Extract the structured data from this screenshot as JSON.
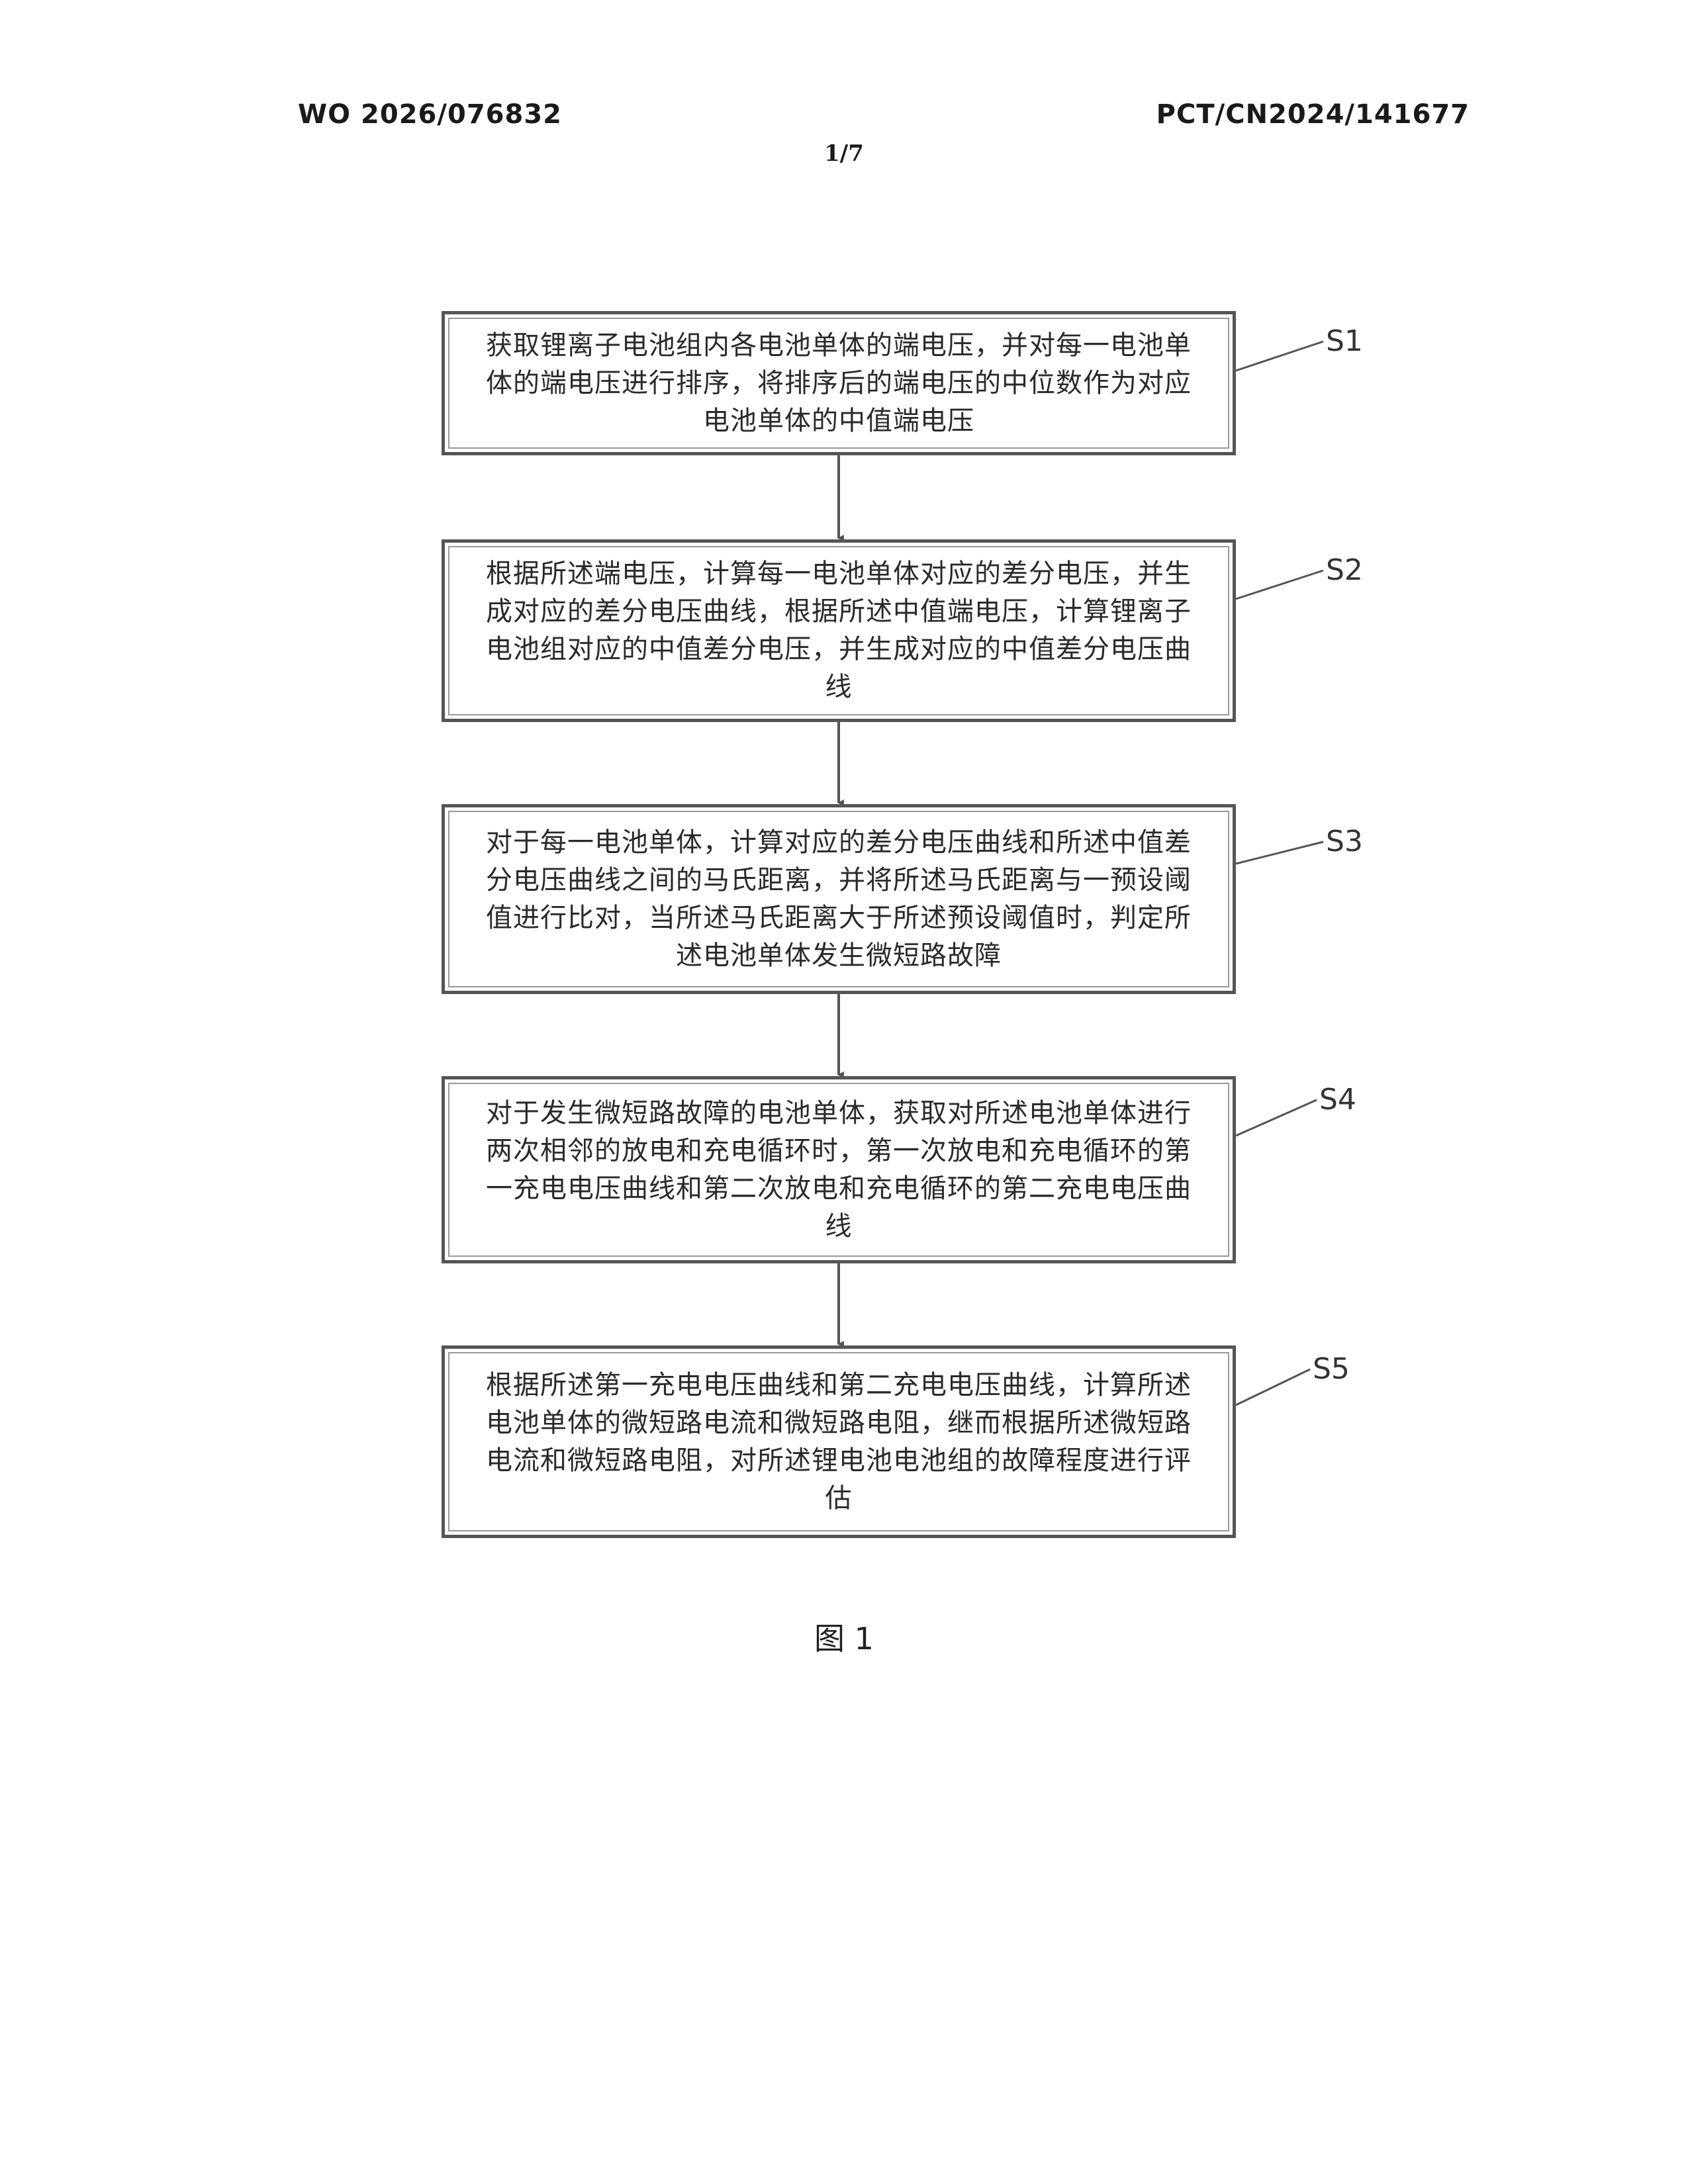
{
  "header": {
    "publication_number": "WO 2026/076832",
    "application_number": "PCT/CN2024/141677",
    "sheet": "1/7"
  },
  "flowchart": {
    "steps": [
      {
        "label": "S1",
        "text": "获取锂离子电池组内各电池单体的端电压，并对每一电池单体的端电压进行排序，将排序后的端电压的中位数作为对应电池单体的中值端电压"
      },
      {
        "label": "S2",
        "text": "根据所述端电压，计算每一电池单体对应的差分电压，并生成对应的差分电压曲线，根据所述中值端电压，计算锂离子电池组对应的中值差分电压，并生成对应的中值差分电压曲线"
      },
      {
        "label": "S3",
        "text": "对于每一电池单体，计算对应的差分电压曲线和所述中值差分电压曲线之间的马氏距离，并将所述马氏距离与一预设阈值进行比对，当所述马氏距离大于所述预设阈值时，判定所述电池单体发生微短路故障"
      },
      {
        "label": "S4",
        "text": "对于发生微短路故障的电池单体，获取对所述电池单体进行两次相邻的放电和充电循环时，第一次放电和充电循环的第一充电电压曲线和第二次放电和充电循环的第二充电电压曲线"
      },
      {
        "label": "S5",
        "text": "根据所述第一充电电压曲线和第二充电电压曲线，计算所述电池单体的微短路电流和微短路电阻，继而根据所述微短路电流和微短路电阻，对所述锂电池电池组的故障程度进行评估"
      }
    ]
  },
  "caption": "图 1"
}
